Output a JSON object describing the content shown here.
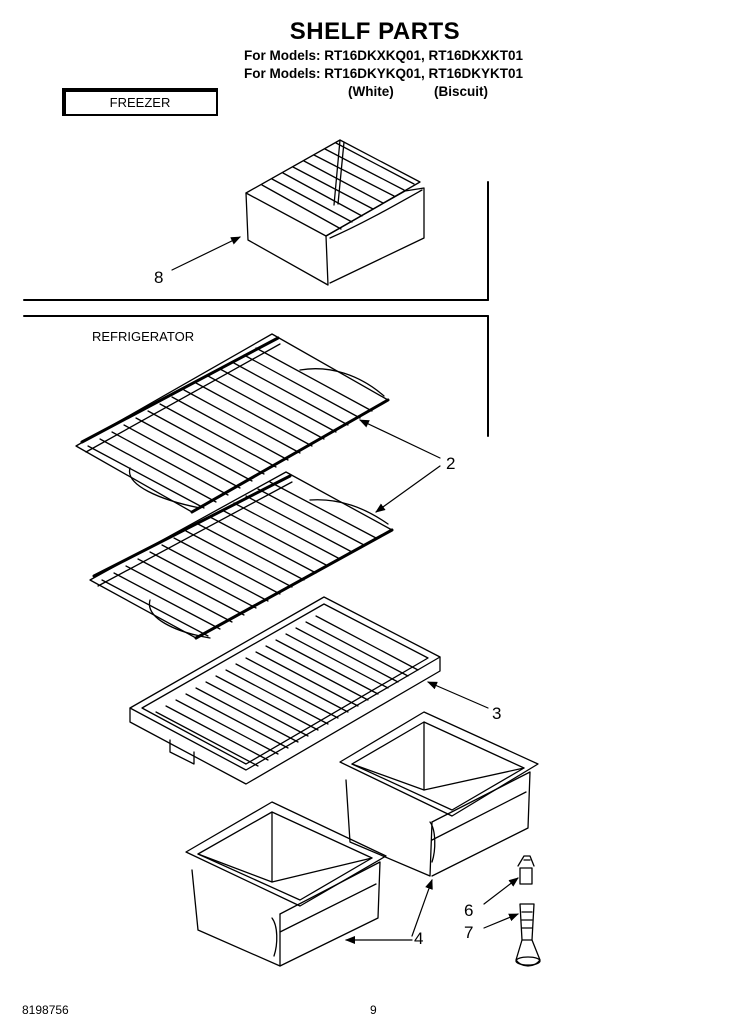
{
  "page": {
    "title": "SHELF PARTS",
    "model_line_1": "For Models: RT16DKXKQ01, RT16DKXKT01",
    "model_line_2": "For Models: RT16DKYKQ01, RT16DKYKT01",
    "color_1": "(White)",
    "color_2": "(Biscuit)"
  },
  "sections": {
    "freezer": "FREEZER",
    "refrigerator": "REFRIGERATOR"
  },
  "callouts": {
    "freezer_shelf": "8",
    "wire_shelf": "2",
    "glass_shelf": "3",
    "crisper_pan": "4",
    "roller": "6",
    "leveling_leg": "7"
  },
  "footer": {
    "doc_number": "8198756",
    "page_number": "9"
  }
}
